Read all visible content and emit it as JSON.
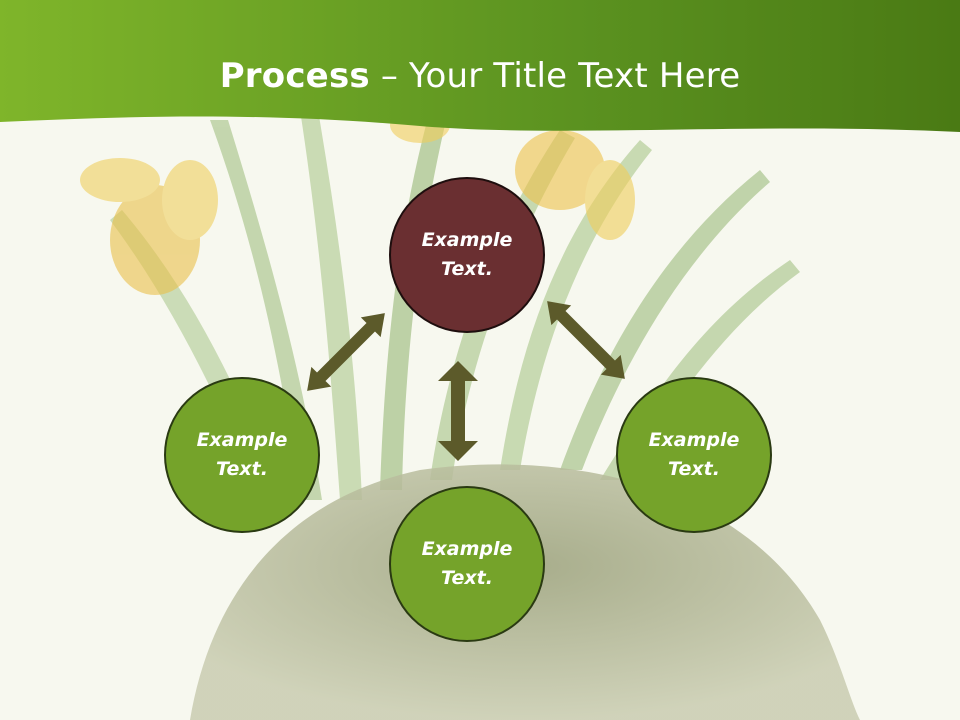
{
  "slide": {
    "title_bold": "Process",
    "title_rest": " – Your Title Text Here",
    "colors": {
      "header": "#6a9e1f",
      "circle_green": "#75a32a",
      "circle_center": "#6a2f31",
      "arrow": "#5c5a2a"
    }
  },
  "nodes": {
    "top": "Example Text.",
    "left": "Example Text.",
    "bottom": "Example Text.",
    "right": "Example Text."
  }
}
